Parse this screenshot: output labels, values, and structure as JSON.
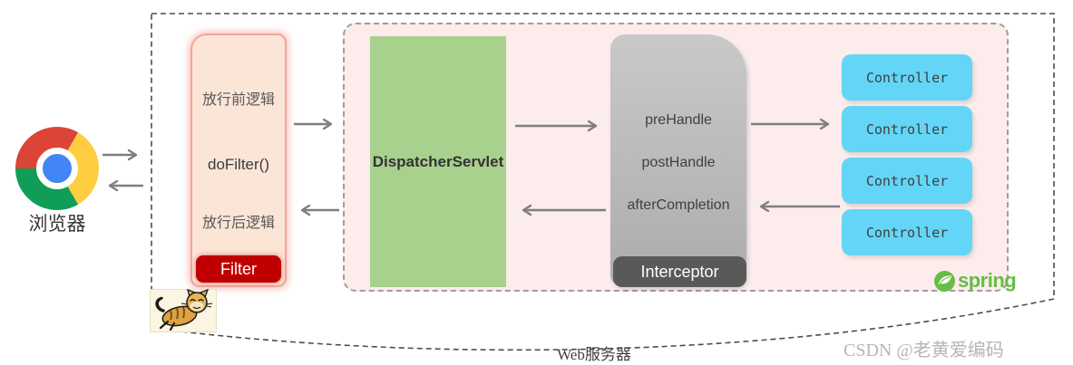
{
  "browser": {
    "label": "浏览器",
    "icon": "chrome-icon"
  },
  "filter": {
    "pre_label": "放行前逻辑",
    "method_label": "doFilter()",
    "post_label": "放行后逻辑",
    "badge": "Filter"
  },
  "dispatcher": {
    "label": "DispatcherServlet"
  },
  "interceptor": {
    "methods": [
      "preHandle",
      "postHandle",
      "afterCompletion"
    ],
    "badge": "Interceptor"
  },
  "controllers": [
    "Controller",
    "Controller",
    "Controller",
    "Controller"
  ],
  "server": {
    "label": "Web服务器",
    "icon": "tomcat-icon"
  },
  "spring": {
    "label": "spring",
    "icon": "spring-leaf-icon"
  },
  "watermark": {
    "label": "CSDN @老黄爱编码"
  },
  "colors": {
    "filter_fill": "#FBE5D6",
    "filter_border": "#F2A49C",
    "filter_badge": "#C00000",
    "dispatcher_fill": "#A9D18E",
    "interceptor_fill": "#BFBFBF",
    "interceptor_badge": "#595959",
    "controller_fill": "#63D6F7",
    "spring_container_fill": "#FCECEC",
    "spring_green": "#68BC45",
    "arrow": "#7F7F7F"
  }
}
